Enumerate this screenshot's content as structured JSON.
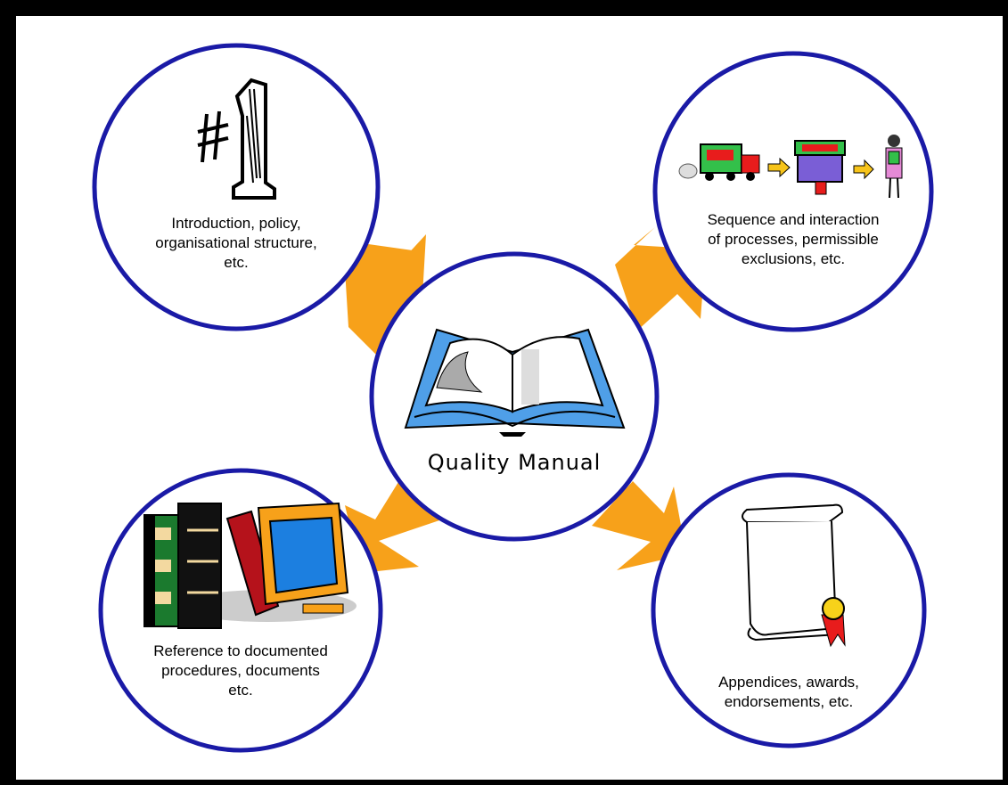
{
  "center": {
    "title": "Quality Manual"
  },
  "nodes": [
    {
      "id": "top-left",
      "label_lines": [
        "Introduction, policy,",
        "organisational structure,",
        "etc."
      ]
    },
    {
      "id": "top-right",
      "label_lines": [
        "Sequence and interaction",
        "of processes, permissible",
        "exclusions, etc."
      ]
    },
    {
      "id": "bottom-left",
      "label_lines": [
        "Reference to documented",
        "procedures, documents",
        "etc."
      ]
    },
    {
      "id": "bottom-right",
      "label_lines": [
        "Appendices, awards,",
        "endorsements, etc."
      ]
    }
  ],
  "colors": {
    "circle_stroke": "#1a1aa6",
    "arrow": "#f7a11a",
    "background": "#ffffff",
    "frame": "#000000"
  },
  "icons": {
    "top_left": "number-one-icon",
    "top_right": "process-flow-icon",
    "center": "open-book-icon",
    "bottom_left": "books-computer-icon",
    "bottom_right": "scroll-award-icon"
  }
}
